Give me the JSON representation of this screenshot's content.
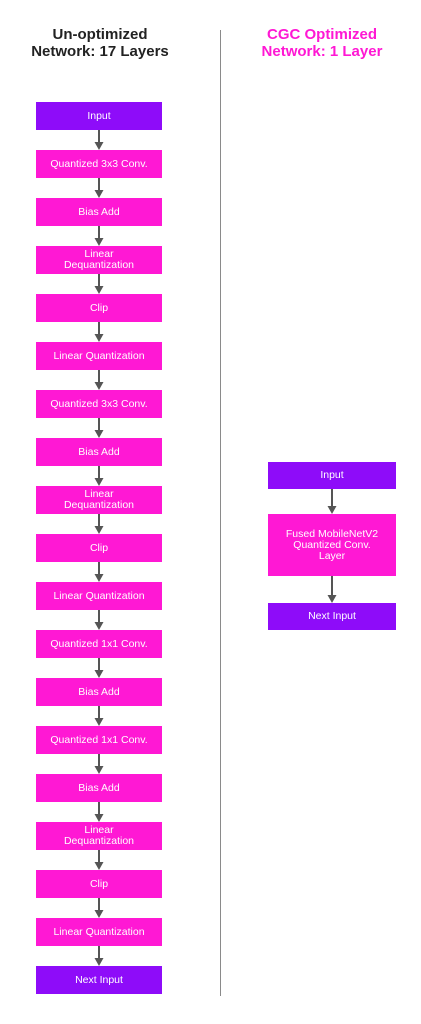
{
  "diagram": {
    "left_column": {
      "title": "Un-optimized\nNetwork: 17 Layers",
      "nodes": [
        {
          "label": "Input",
          "kind": "io"
        },
        {
          "label": "Quantized 3x3 Conv.",
          "kind": "layer"
        },
        {
          "label": "Bias Add",
          "kind": "layer"
        },
        {
          "label": "Linear\nDequantization",
          "kind": "layer"
        },
        {
          "label": "Clip",
          "kind": "layer"
        },
        {
          "label": "Linear Quantization",
          "kind": "layer"
        },
        {
          "label": "Quantized 3x3 Conv.",
          "kind": "layer"
        },
        {
          "label": "Bias Add",
          "kind": "layer"
        },
        {
          "label": "Linear\nDequantization",
          "kind": "layer"
        },
        {
          "label": "Clip",
          "kind": "layer"
        },
        {
          "label": "Linear Quantization",
          "kind": "layer"
        },
        {
          "label": "Quantized 1x1 Conv.",
          "kind": "layer"
        },
        {
          "label": "Bias Add",
          "kind": "layer"
        },
        {
          "label": "Quantized 1x1 Conv.",
          "kind": "layer"
        },
        {
          "label": "Bias Add",
          "kind": "layer"
        },
        {
          "label": "Linear\nDequantization",
          "kind": "layer"
        },
        {
          "label": "Clip",
          "kind": "layer"
        },
        {
          "label": "Linear Quantization",
          "kind": "layer"
        },
        {
          "label": "Next Input",
          "kind": "io"
        }
      ]
    },
    "right_column": {
      "title": "CGC Optimized\nNetwork: 1 Layer",
      "nodes": [
        {
          "label": "Input",
          "kind": "io"
        },
        {
          "label": "Fused MobileNetV2\nQuantized Conv.\nLayer",
          "kind": "layer"
        },
        {
          "label": "Next Input",
          "kind": "io"
        }
      ]
    },
    "colors": {
      "io": "#8e0cf9",
      "layer": "#ff18d4",
      "arrow": "#555555",
      "divider": "#8a8a8a",
      "right_title": "#ff18d4"
    }
  }
}
